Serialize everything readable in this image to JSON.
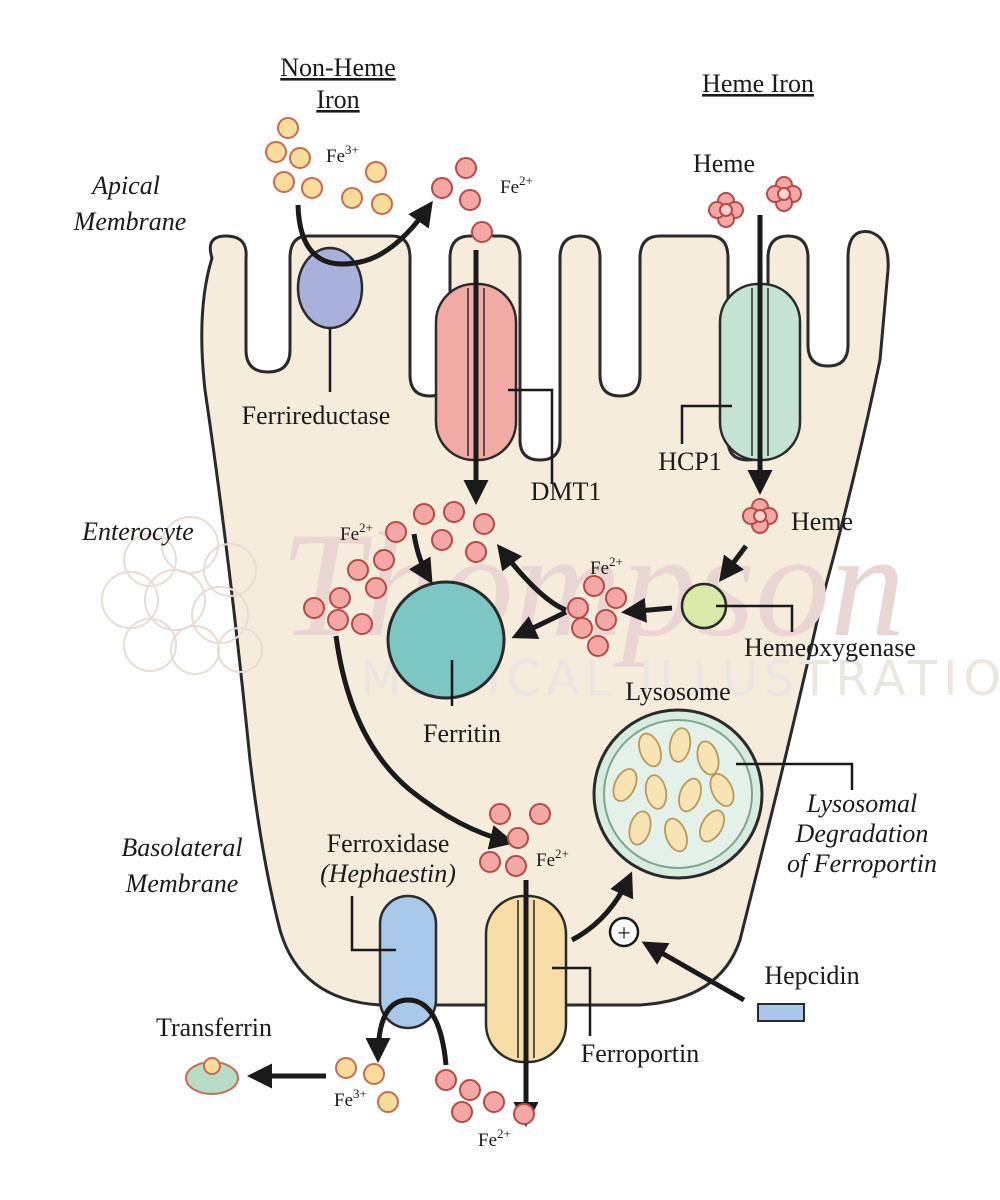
{
  "headers": {
    "non_heme_line1": "Non-Heme",
    "non_heme_line2": "Iron",
    "heme": "Heme Iron"
  },
  "regions": {
    "apical_line1": "Apical",
    "apical_line2": "Membrane",
    "enterocyte": "Enterocyte",
    "basolateral_line1": "Basolateral",
    "basolateral_line2": "Membrane"
  },
  "ions": {
    "fe3": "Fe",
    "fe3_charge": "3+",
    "fe2": "Fe",
    "fe2_charge": "2+"
  },
  "labels": {
    "heme_top": "Heme",
    "heme_mid": "Heme",
    "ferrireductase": "Ferrireductase",
    "dmt1": "DMT1",
    "hcp1": "HCP1",
    "hemeoxygenase": "Hemeoxygenase",
    "ferritin": "Ferritin",
    "lysosome": "Lysosome",
    "lysosomal_1": "Lysosomal",
    "lysosomal_2": "Degradation",
    "lysosomal_3": "of Ferroportin",
    "ferroxidase": "Ferroxidase",
    "hephaestin": "(Hephaestin)",
    "ferroportin": "Ferroportin",
    "hepcidin": "Hepcidin",
    "transferrin": "Transferrin",
    "plus_sign": "+"
  },
  "watermark": {
    "script": "Thompson",
    "sub": "MEDICAL ILLUSTRATION"
  },
  "colors": {
    "cell_fill": "#f5ecdc",
    "fe3_fill": "#f7dc9a",
    "fe2_fill": "#f4a7a4",
    "ferrireductase": "#aab0dc",
    "dmt1": "#f2aaa5",
    "hcp1": "#c5e3d2",
    "ferritin": "#7cc7c4",
    "hemeoxygenase": "#d9eaa8",
    "ferroxidase": "#a9c9ea",
    "ferroportin": "#f7dea6",
    "lysosome": "#d7ecdf",
    "hepcidin": "#a9c7e8",
    "transferrin": "#b7dcc6"
  }
}
